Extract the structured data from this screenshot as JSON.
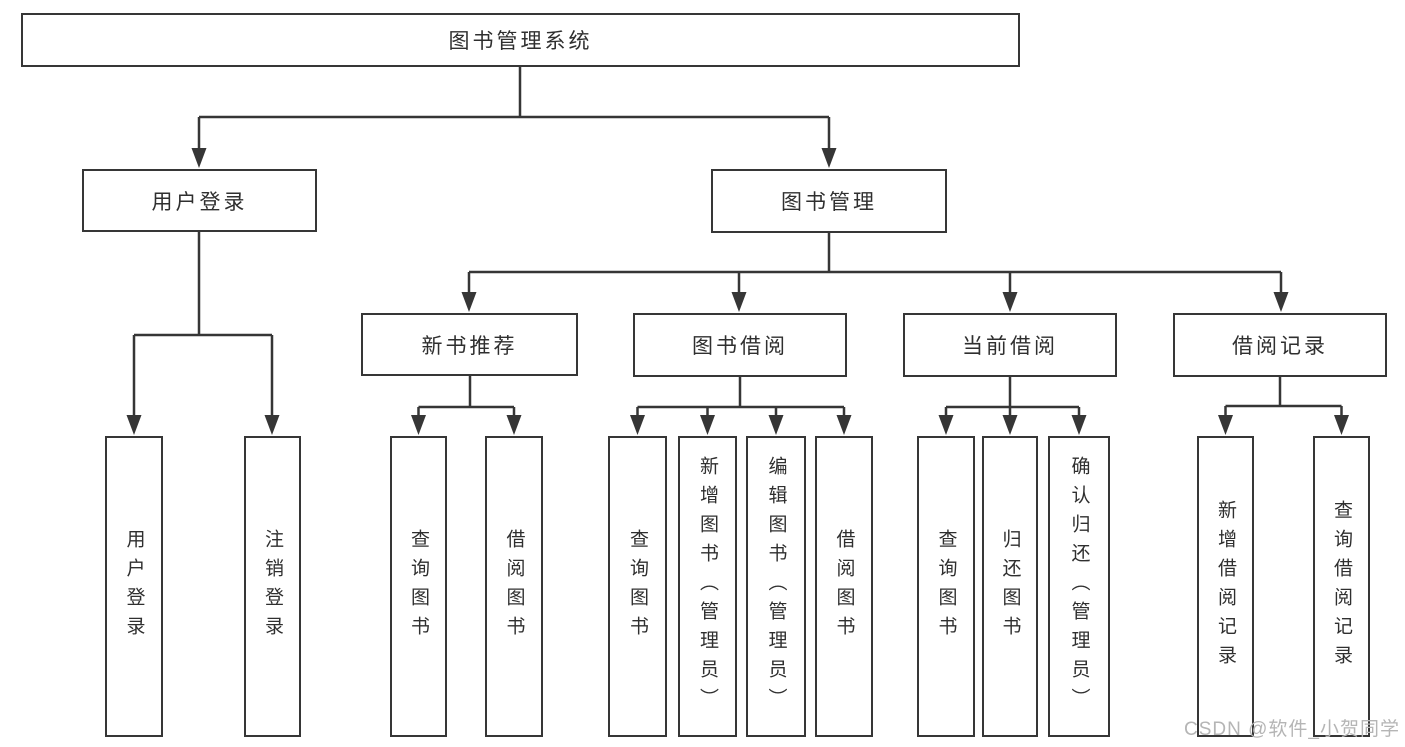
{
  "tree": {
    "root": {
      "label": "图书管理系统"
    },
    "branches": [
      {
        "label": "用户登录",
        "children": [
          {
            "label": "用户登录"
          },
          {
            "label": "注销登录"
          }
        ]
      },
      {
        "label": "图书管理",
        "children": [
          {
            "label": "新书推荐",
            "children": [
              {
                "label": "查询图书"
              },
              {
                "label": "借阅图书"
              }
            ]
          },
          {
            "label": "图书借阅",
            "children": [
              {
                "label": "查询图书"
              },
              {
                "label": "新增图书（管理员）"
              },
              {
                "label": "编辑图书（管理员）"
              },
              {
                "label": "借阅图书"
              }
            ]
          },
          {
            "label": "当前借阅",
            "children": [
              {
                "label": "查询图书"
              },
              {
                "label": "归还图书"
              },
              {
                "label": "确认归还（管理员）"
              }
            ]
          },
          {
            "label": "借阅记录",
            "children": [
              {
                "label": "新增借阅记录"
              },
              {
                "label": "查询借阅记录"
              }
            ]
          }
        ]
      }
    ]
  },
  "watermark": {
    "text": "CSDN @软件_小贺同学"
  },
  "colors": {
    "line": "#363636",
    "box_border": "#363636",
    "text": "#2f2f2f",
    "watermark": "#b5b5b5",
    "background": "#ffffff"
  }
}
